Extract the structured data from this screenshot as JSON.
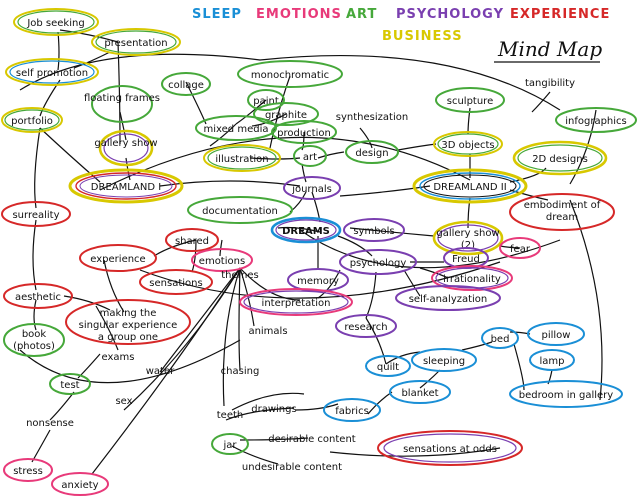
{
  "categories": [
    {
      "label": "SLEEP",
      "color": "#1a8fd6"
    },
    {
      "label": "EMOTIONS",
      "color": "#e83a7a"
    },
    {
      "label": "ART",
      "color": "#46a83a"
    },
    {
      "label": "PSYCHOLOGY",
      "color": "#7a3fb0"
    },
    {
      "label": "EXPERIENCE",
      "color": "#d62828"
    },
    {
      "label": "BUSINESS",
      "color": "#d8c800"
    }
  ],
  "title": "Mind Map",
  "nodes": {
    "job_seeking": "Job seeking",
    "presentation": "presentation",
    "self_promotion": "self promotion",
    "portfolio": "portfolio",
    "floating_frames": "floating frames",
    "collage": "collage",
    "paint": "paint",
    "monochromatic": "monochromatic",
    "graphite": "graphite",
    "mixed_media": "mixed media",
    "production": "production",
    "synthesization": "synthesization",
    "gallery_show_1": "gallery show",
    "illustration": "illustration",
    "art": "art",
    "design": "design",
    "tangibility": "tangibility",
    "sculpture": "sculpture",
    "infographics": "infographics",
    "objects_3d": "3D objects",
    "designs_2d": "2D designs",
    "dreamland_1": "DREAMLAND I",
    "journals": "journals",
    "dreamland_2": "DREAMLAND II",
    "embodiment": "embodiment of dream",
    "surreality": "surreality",
    "documentation": "documentation",
    "dreams": "DREAMS",
    "symbols": "symbols",
    "gallery_show_2": "gallery show (2)",
    "shared": "shared",
    "fear": "fear",
    "experience": "experience",
    "emotions": "emotions",
    "psychology": "psychology",
    "freud": "Freud",
    "sensations": "sensations",
    "themes": "themes",
    "memory": "memory",
    "irrationality": "irrationality",
    "aesthetic": "aesthetic",
    "interpretation": "interpretation",
    "self_analyzation": "self-analyzation",
    "making_singular": "making the singular experience a group one",
    "animals": "animals",
    "research": "research",
    "book_photos": "book (photos)",
    "bed": "bed",
    "pillow": "pillow",
    "exams": "exams",
    "quilt": "quilt",
    "sleeping": "sleeping",
    "lamp": "lamp",
    "water": "water",
    "chasing": "chasing",
    "test": "test",
    "sex": "sex",
    "blanket": "blanket",
    "bedroom_gallery": "bedroom in gallery",
    "teeth": "teeth",
    "nonsense": "nonsense",
    "fabrics": "fabrics",
    "drawings": "drawings",
    "jar": "jar",
    "desirable": "desirable content",
    "sensations_odds": "sensations at odds",
    "stress": "stress",
    "undesirable": "undesirable content",
    "anxiety": "anxiety"
  }
}
